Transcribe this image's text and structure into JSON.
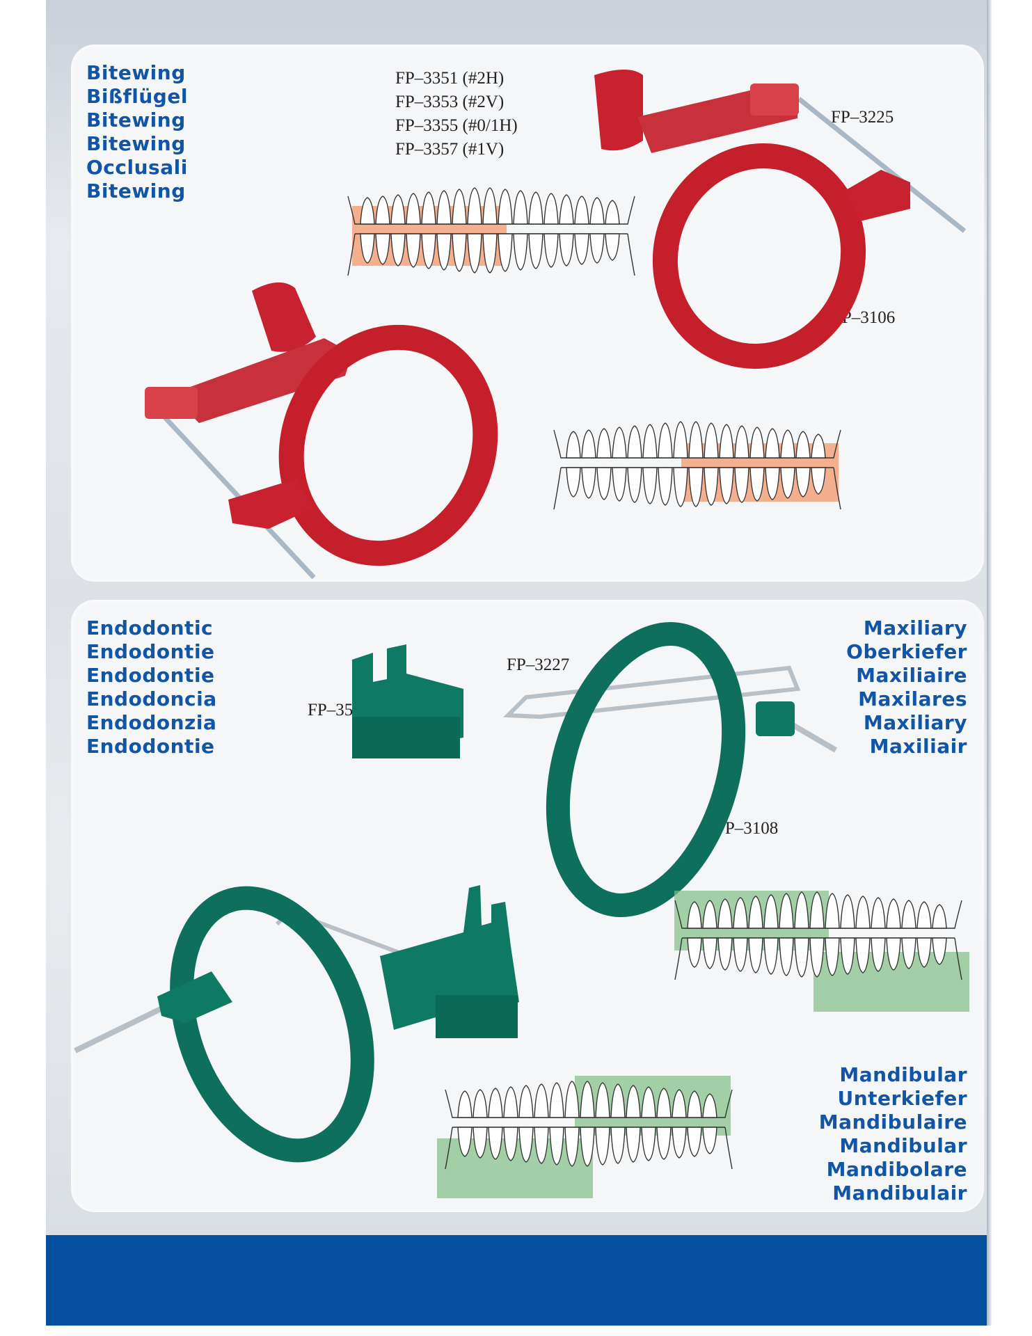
{
  "bitewing": {
    "labels": [
      "Bitewing",
      "Bißflügel",
      "Bitewing",
      "Bitewing",
      "Occlusali",
      "Bitewing"
    ],
    "codes": [
      "FP–3351 (#2H)",
      "FP–3353 (#2V)",
      "FP–3355 (#0/1H)",
      "FP–3357 (#1V)"
    ],
    "code_bite_block": "FP–3225",
    "code_ring": "FP–3106"
  },
  "endodontic": {
    "labels": [
      "Endodontic",
      "Endodontie",
      "Endodontie",
      "Endodoncia",
      "Endodonzia",
      "Endodontie"
    ],
    "code_holder": "FP–3530",
    "code_arm": "FP–3227",
    "code_ring": "FP–3108"
  },
  "maxiliary": {
    "labels": [
      "Maxiliary",
      "Oberkiefer",
      "Maxiliaire",
      "Maxilares",
      "Maxiliary",
      "Maxiliair"
    ]
  },
  "mandibular": {
    "labels": [
      "Mandibular",
      "Unterkiefer",
      "Mandibulaire",
      "Mandibular",
      "Mandibolare",
      "Mandibulair"
    ]
  },
  "colors": {
    "label_blue": "#1055a6",
    "footer_blue": "#04509f",
    "holder_red": "#c8212f",
    "holder_green": "#0e6f5d",
    "highlight_orange": "#f3a27c",
    "highlight_green": "#7fbf83"
  }
}
